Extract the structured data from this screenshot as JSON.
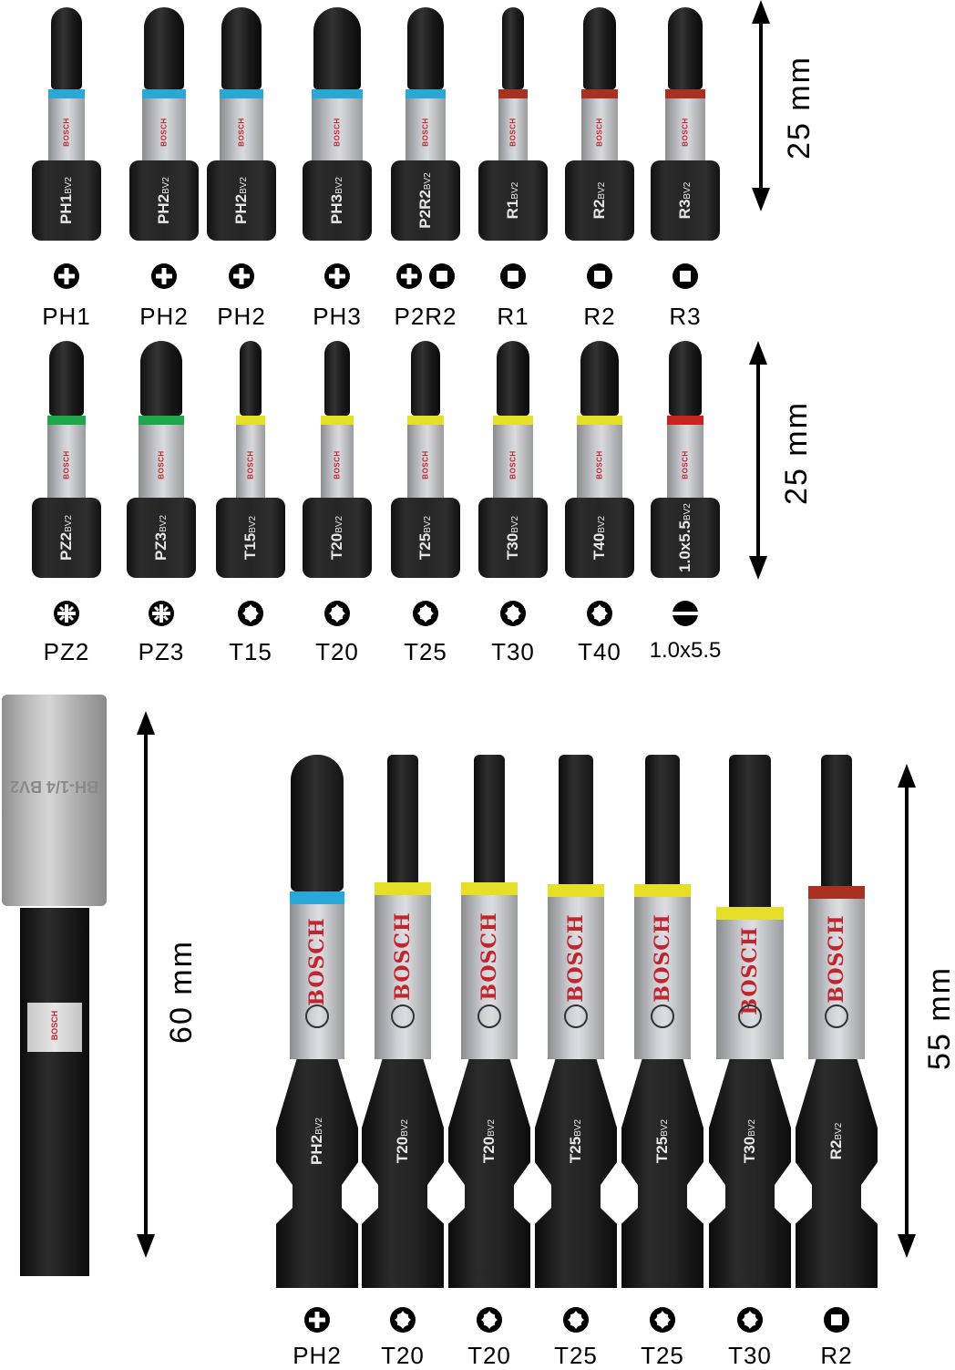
{
  "brand": "BOSCH",
  "suffix": "BV2",
  "colors": {
    "phillips": "#29a8d8",
    "square": "#a83222",
    "pozidriv": "#1fa64a",
    "torx": "#e6df2a",
    "slotted": "#c8231f",
    "brand_text": "#c0262d"
  },
  "row1": {
    "dimension": "25 mm",
    "bits": [
      {
        "code": "PH1",
        "label": "PH1",
        "icon": "phillips-icon",
        "band": "phillips"
      },
      {
        "code": "PH2",
        "label": "PH2",
        "icon": "phillips-icon",
        "band": "phillips"
      },
      {
        "code": "PH2",
        "label": "PH2",
        "icon": "phillips-icon",
        "band": "phillips"
      },
      {
        "code": "PH3",
        "label": "PH3",
        "icon": "phillips-icon",
        "band": "phillips"
      },
      {
        "code": "P2R2",
        "label": "P2R2",
        "icon": "phillips-square-icon",
        "band": "phillips"
      },
      {
        "code": "R1",
        "label": "R1",
        "icon": "square-icon",
        "band": "square"
      },
      {
        "code": "R2",
        "label": "R2",
        "icon": "square-icon",
        "band": "square"
      },
      {
        "code": "R3",
        "label": "R3",
        "icon": "square-icon",
        "band": "square"
      }
    ]
  },
  "row2": {
    "dimension": "25 mm",
    "bits": [
      {
        "code": "PZ2",
        "label": "PZ2",
        "icon": "pozidriv-icon",
        "band": "pozidriv"
      },
      {
        "code": "PZ3",
        "label": "PZ3",
        "icon": "pozidriv-icon",
        "band": "pozidriv"
      },
      {
        "code": "T15",
        "label": "T15",
        "icon": "torx-icon",
        "band": "torx"
      },
      {
        "code": "T20",
        "label": "T20",
        "icon": "torx-icon",
        "band": "torx"
      },
      {
        "code": "T25",
        "label": "T25",
        "icon": "torx-icon",
        "band": "torx"
      },
      {
        "code": "T30",
        "label": "T30",
        "icon": "torx-icon",
        "band": "torx"
      },
      {
        "code": "T40",
        "label": "T40",
        "icon": "torx-icon",
        "band": "torx"
      },
      {
        "code": "1.0x5.5",
        "label": "1.0x5.5",
        "icon": "slotted-icon",
        "band": "slotted"
      }
    ]
  },
  "holder": {
    "dimension": "60 mm",
    "engraving": "BH-1/4 BV2",
    "brand": "BOSCH"
  },
  "row3": {
    "dimension": "55 mm",
    "bits": [
      {
        "code": "PH2",
        "label": "PH2",
        "icon": "phillips-icon",
        "band": "phillips"
      },
      {
        "code": "T20",
        "label": "T20",
        "icon": "torx-icon",
        "band": "torx"
      },
      {
        "code": "T20",
        "label": "T20",
        "icon": "torx-icon",
        "band": "torx"
      },
      {
        "code": "T25",
        "label": "T25",
        "icon": "torx-icon",
        "band": "torx"
      },
      {
        "code": "T25",
        "label": "T25",
        "icon": "torx-icon",
        "band": "torx"
      },
      {
        "code": "T30",
        "label": "T30",
        "icon": "torx-icon",
        "band": "torx"
      },
      {
        "code": "R2",
        "label": "R2",
        "icon": "square-icon",
        "band": "square"
      }
    ]
  }
}
